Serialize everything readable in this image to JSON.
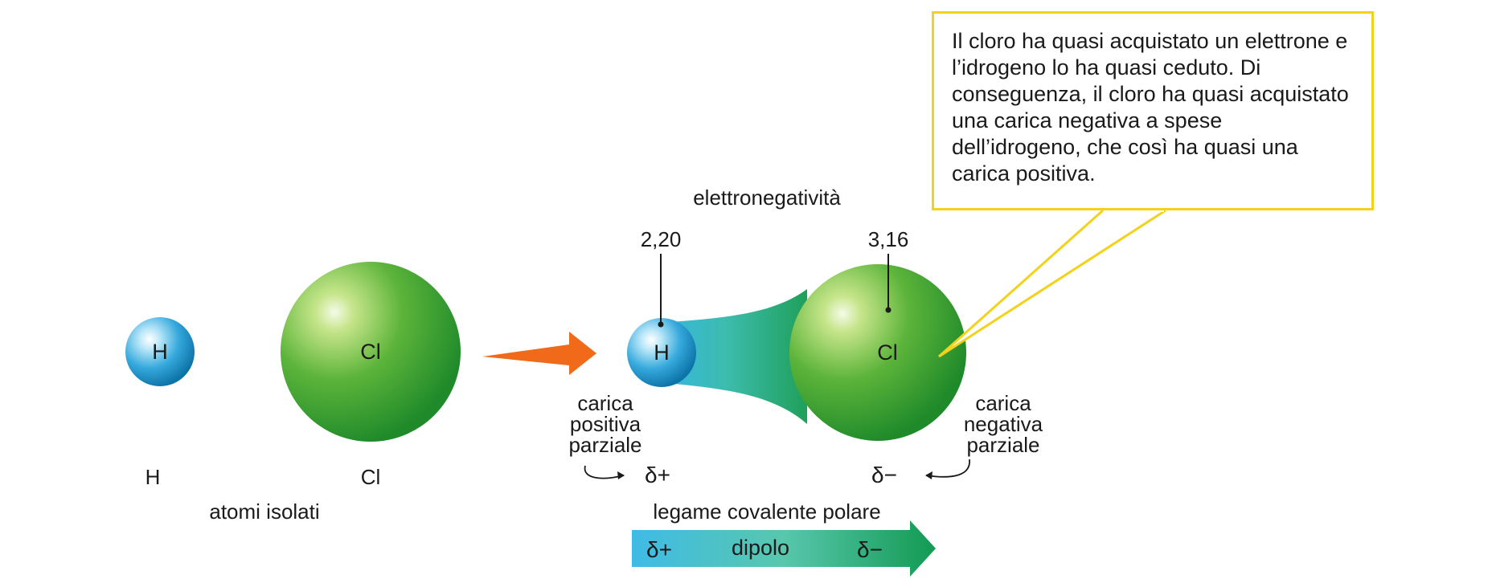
{
  "isolated": {
    "h_symbol": "H",
    "cl_symbol": "Cl",
    "h_label": "H",
    "cl_label": "Cl",
    "caption": "atomi isolati"
  },
  "molecule": {
    "h_symbol": "H",
    "cl_symbol": "Cl",
    "electronegativity_title": "elettronegatività",
    "h_electronegativity": "2,20",
    "cl_electronegativity": "3,16",
    "positive_label": [
      "carica",
      "positiva",
      "parziale"
    ],
    "negative_label": [
      "carica",
      "negativa",
      "parziale"
    ],
    "delta_plus": "δ+",
    "delta_minus": "δ−",
    "bond_caption": "legame covalente polare"
  },
  "dipole": {
    "plus": "δ+",
    "label": "dipolo",
    "minus": "δ−"
  },
  "callout": {
    "text": "Il cloro ha quasi acquistato un elettrone e l’idrogeno lo ha quasi ceduto. Di conseguenza, il cloro ha quasi acquistato una carica negativa a spese dell’idrogeno, che così ha quasi una carica positiva."
  },
  "colors": {
    "hydrogen": "#2fa6d9",
    "chlorine": "#3aa63a",
    "reaction_arrow": "#f06a1a",
    "callout_border": "#f2d21a"
  }
}
